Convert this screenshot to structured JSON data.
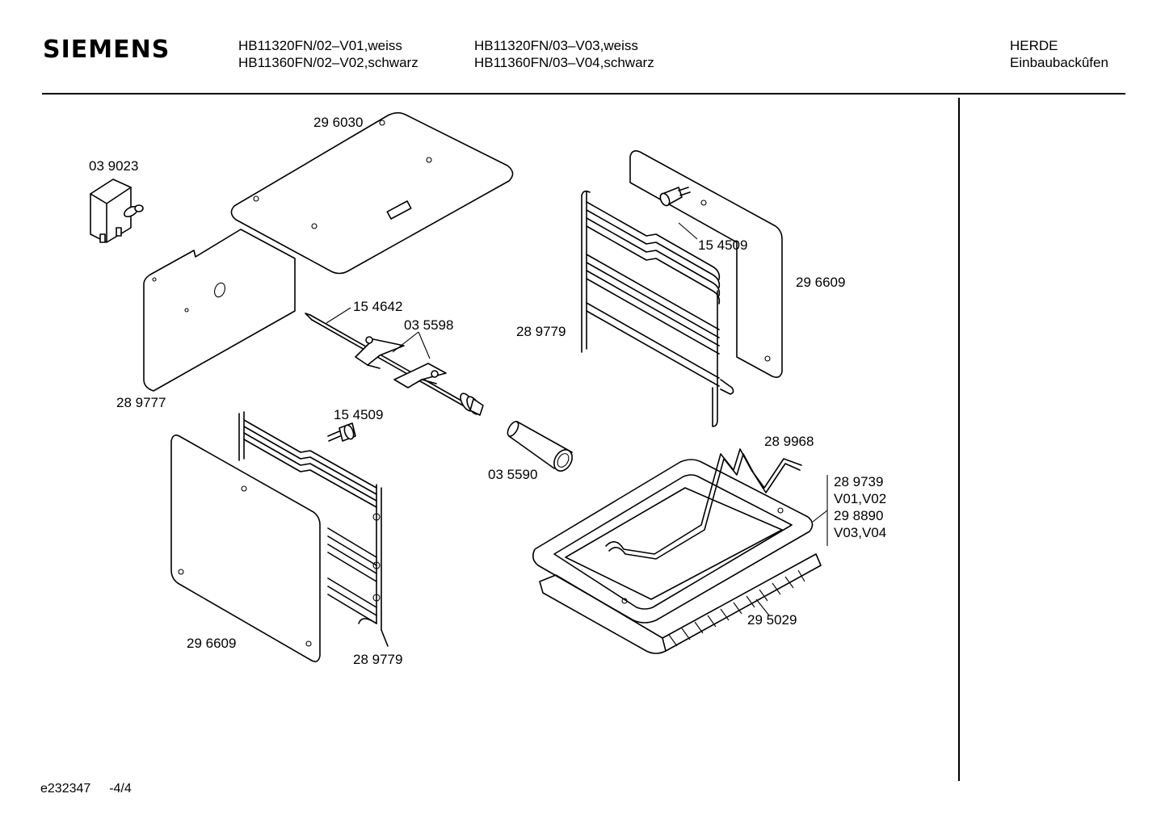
{
  "header": {
    "brand": "SIEMENS",
    "models_col1": [
      "HB11320FN/02–V01,weiss",
      "HB11360FN/02–V02,schwarz"
    ],
    "models_col2": [
      "HB11320FN/03–V03,weiss",
      "HB11360FN/03–V04,schwarz"
    ],
    "category": [
      "HERDE",
      "Einbaubackûfen"
    ]
  },
  "parts": {
    "p039023": "03 9023",
    "p296030": "29 6030",
    "p289777": "28 9777",
    "p154642": "15 4642",
    "p035598": "03 5598",
    "p154509_top": "15 4509",
    "p296609_right": "29 6609",
    "p289779_right": "28 9779",
    "p154509_left": "15 4509",
    "p296609_left": "29 6609",
    "p289779_left": "28 9779",
    "p035590": "03 5590",
    "p289968": "28 9968",
    "p289739": "28 9739",
    "v01v02": "V01,V02",
    "p298890": "29 8890",
    "v03v04": "V03,V04",
    "p295029": "29 5029"
  },
  "footer": {
    "doc_id": "e232347",
    "page": "-4/4"
  }
}
